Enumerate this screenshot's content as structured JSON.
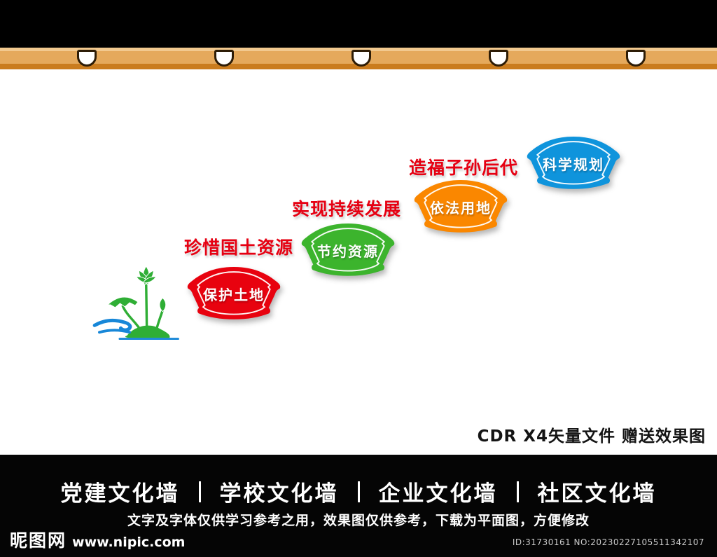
{
  "steps": [
    {
      "slogan": "珍惜国土资源",
      "label": "保护土地",
      "color": "#e8020f"
    },
    {
      "slogan": "实现持续发展",
      "label": "节约资源",
      "color": "#3cb42d"
    },
    {
      "slogan": "造福子孙后代",
      "label": "依法用地",
      "color": "#fa8700"
    },
    {
      "slogan": "",
      "label": "科学规划",
      "color": "#0f94dc"
    }
  ],
  "slogan_color": "#e60012",
  "illustration": {
    "name": "lotus-and-wave",
    "green": "#2fae35",
    "blue": "#1787d8"
  },
  "beam": {
    "light": "#f2c98f",
    "main": "#e5a95c",
    "dark": "#ca7c1e",
    "tile_count": 5
  },
  "note": {
    "text": "CDR X4矢量文件  赠送效果图"
  },
  "footer": {
    "categories": [
      "党建文化墙",
      "学校文化墙",
      "企业文化墙",
      "社区文化墙"
    ],
    "separator": "｜",
    "disclaimer": "文字及字体仅供学习参考之用，效果图仅供参考，下载为平面图，方便修改",
    "site_name": "昵图网",
    "site_url": "www.nipic.com",
    "id_text": "ID:31730161 NO:20230227105511342107"
  }
}
